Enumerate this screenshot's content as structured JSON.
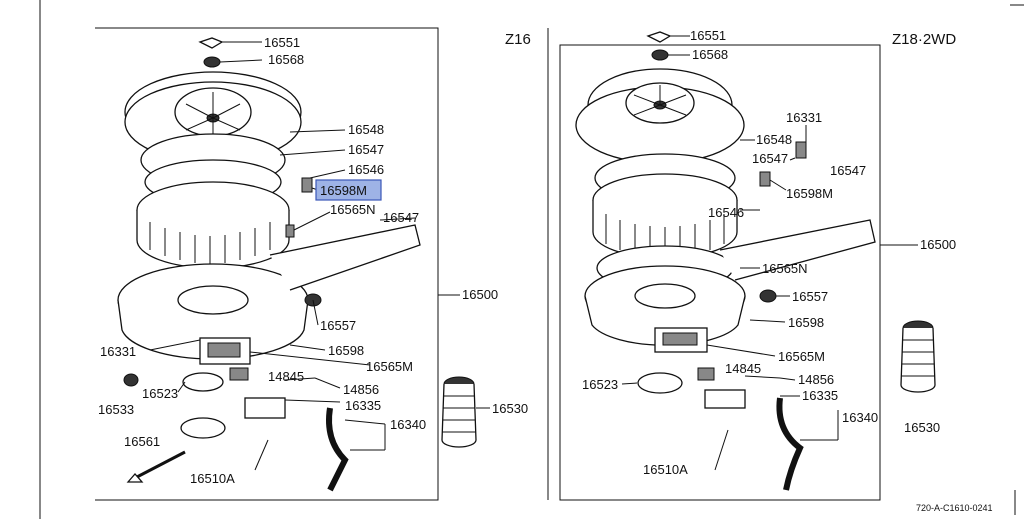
{
  "diagram": {
    "panels": [
      {
        "title": "Z16",
        "parts": [
          "16551",
          "16568",
          "16548",
          "16547",
          "16546",
          "16598M",
          "16565N",
          "16547",
          "16500",
          "16557",
          "16598",
          "16331",
          "16565M",
          "14845",
          "14856",
          "16523",
          "16533",
          "16335",
          "16340",
          "16530",
          "16561",
          "16510A"
        ]
      },
      {
        "title": "Z18·2WD",
        "parts": [
          "16551",
          "16568",
          "16331",
          "16548",
          "16547",
          "16547",
          "16598M",
          "16546",
          "16500",
          "16565N",
          "16557",
          "16598",
          "16565M",
          "16523",
          "14845",
          "14856",
          "16335",
          "16340",
          "16530",
          "16510A"
        ]
      }
    ],
    "highlighted_part": "16598M",
    "reference_code": "720-A-C1610-0241"
  }
}
